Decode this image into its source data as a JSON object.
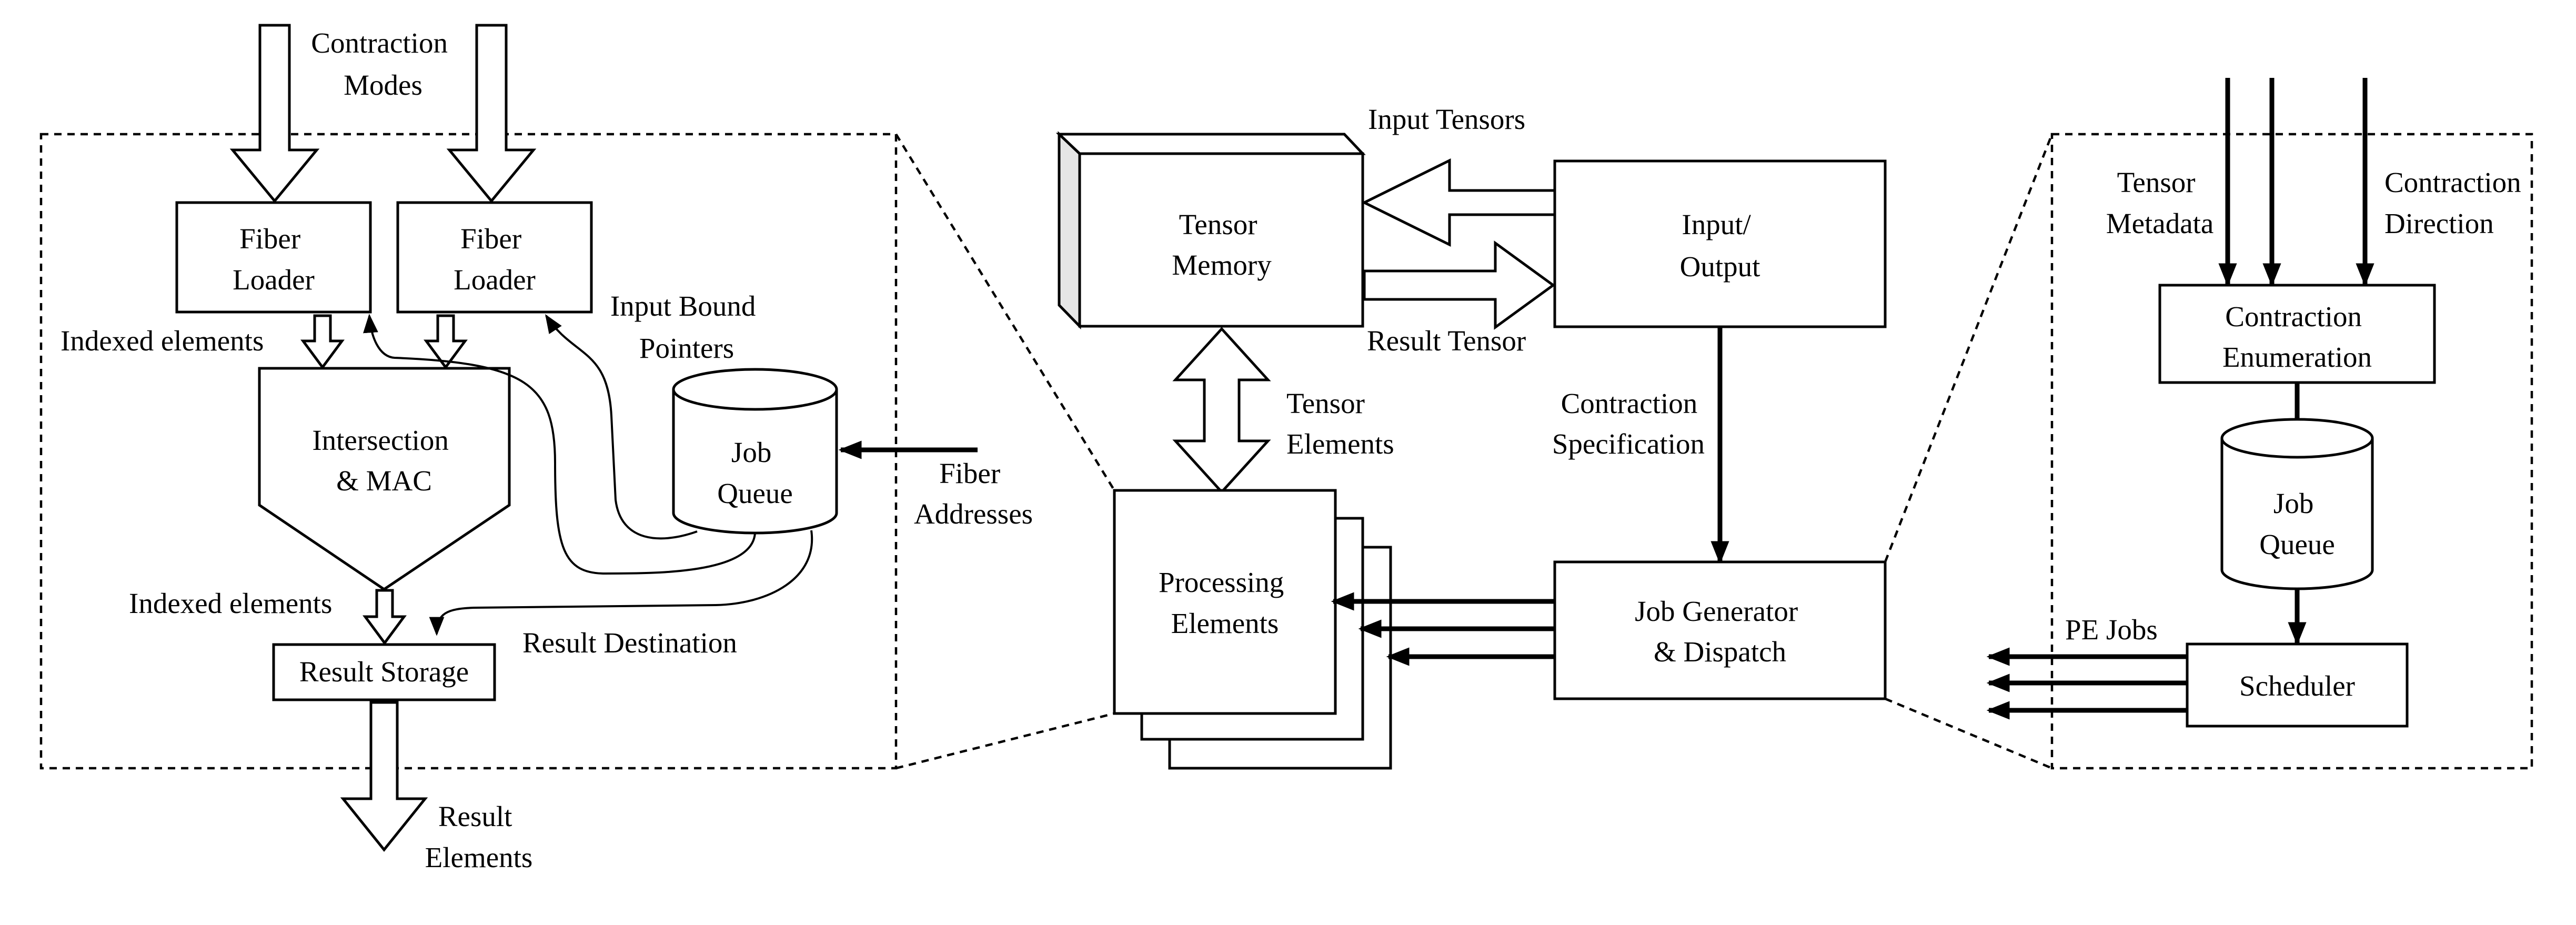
{
  "left_panel": {
    "contraction_modes": [
      "Contraction",
      "Modes"
    ],
    "fiber_loader_a": [
      "Fiber",
      "Loader"
    ],
    "fiber_loader_b": [
      "Fiber",
      "Loader"
    ],
    "indexed_elements_top": "Indexed elements",
    "input_bound_pointers": [
      "Input Bound",
      "Pointers"
    ],
    "intersection_mac": [
      "Intersection",
      "& MAC"
    ],
    "job_queue": [
      "Job",
      "Queue"
    ],
    "fiber_addresses": [
      "Fiber",
      "Addresses"
    ],
    "indexed_elements_bottom": "Indexed elements",
    "result_destination": "Result Destination",
    "result_storage": "Result Storage",
    "result_elements": [
      "Result",
      "Elements"
    ]
  },
  "center": {
    "input_tensors": "Input Tensors",
    "tensor_memory": [
      "Tensor",
      "Memory"
    ],
    "input_output": [
      "Input/",
      "Output"
    ],
    "result_tensor": "Result Tensor",
    "tensor_elements": [
      "Tensor",
      "Elements"
    ],
    "contraction_specification": [
      "Contraction",
      "Specification"
    ],
    "processing_elements": [
      "Processing",
      "Elements"
    ],
    "job_generator": [
      "Job Generator",
      "& Dispatch"
    ]
  },
  "right_panel": {
    "tensor_metadata": [
      "Tensor",
      "Metadata"
    ],
    "contraction_direction": [
      "Contraction",
      "Direction"
    ],
    "contraction_enumeration": [
      "Contraction",
      "Enumeration"
    ],
    "job_queue": [
      "Job",
      "Queue"
    ],
    "pe_jobs": "PE Jobs",
    "scheduler": "Scheduler"
  }
}
